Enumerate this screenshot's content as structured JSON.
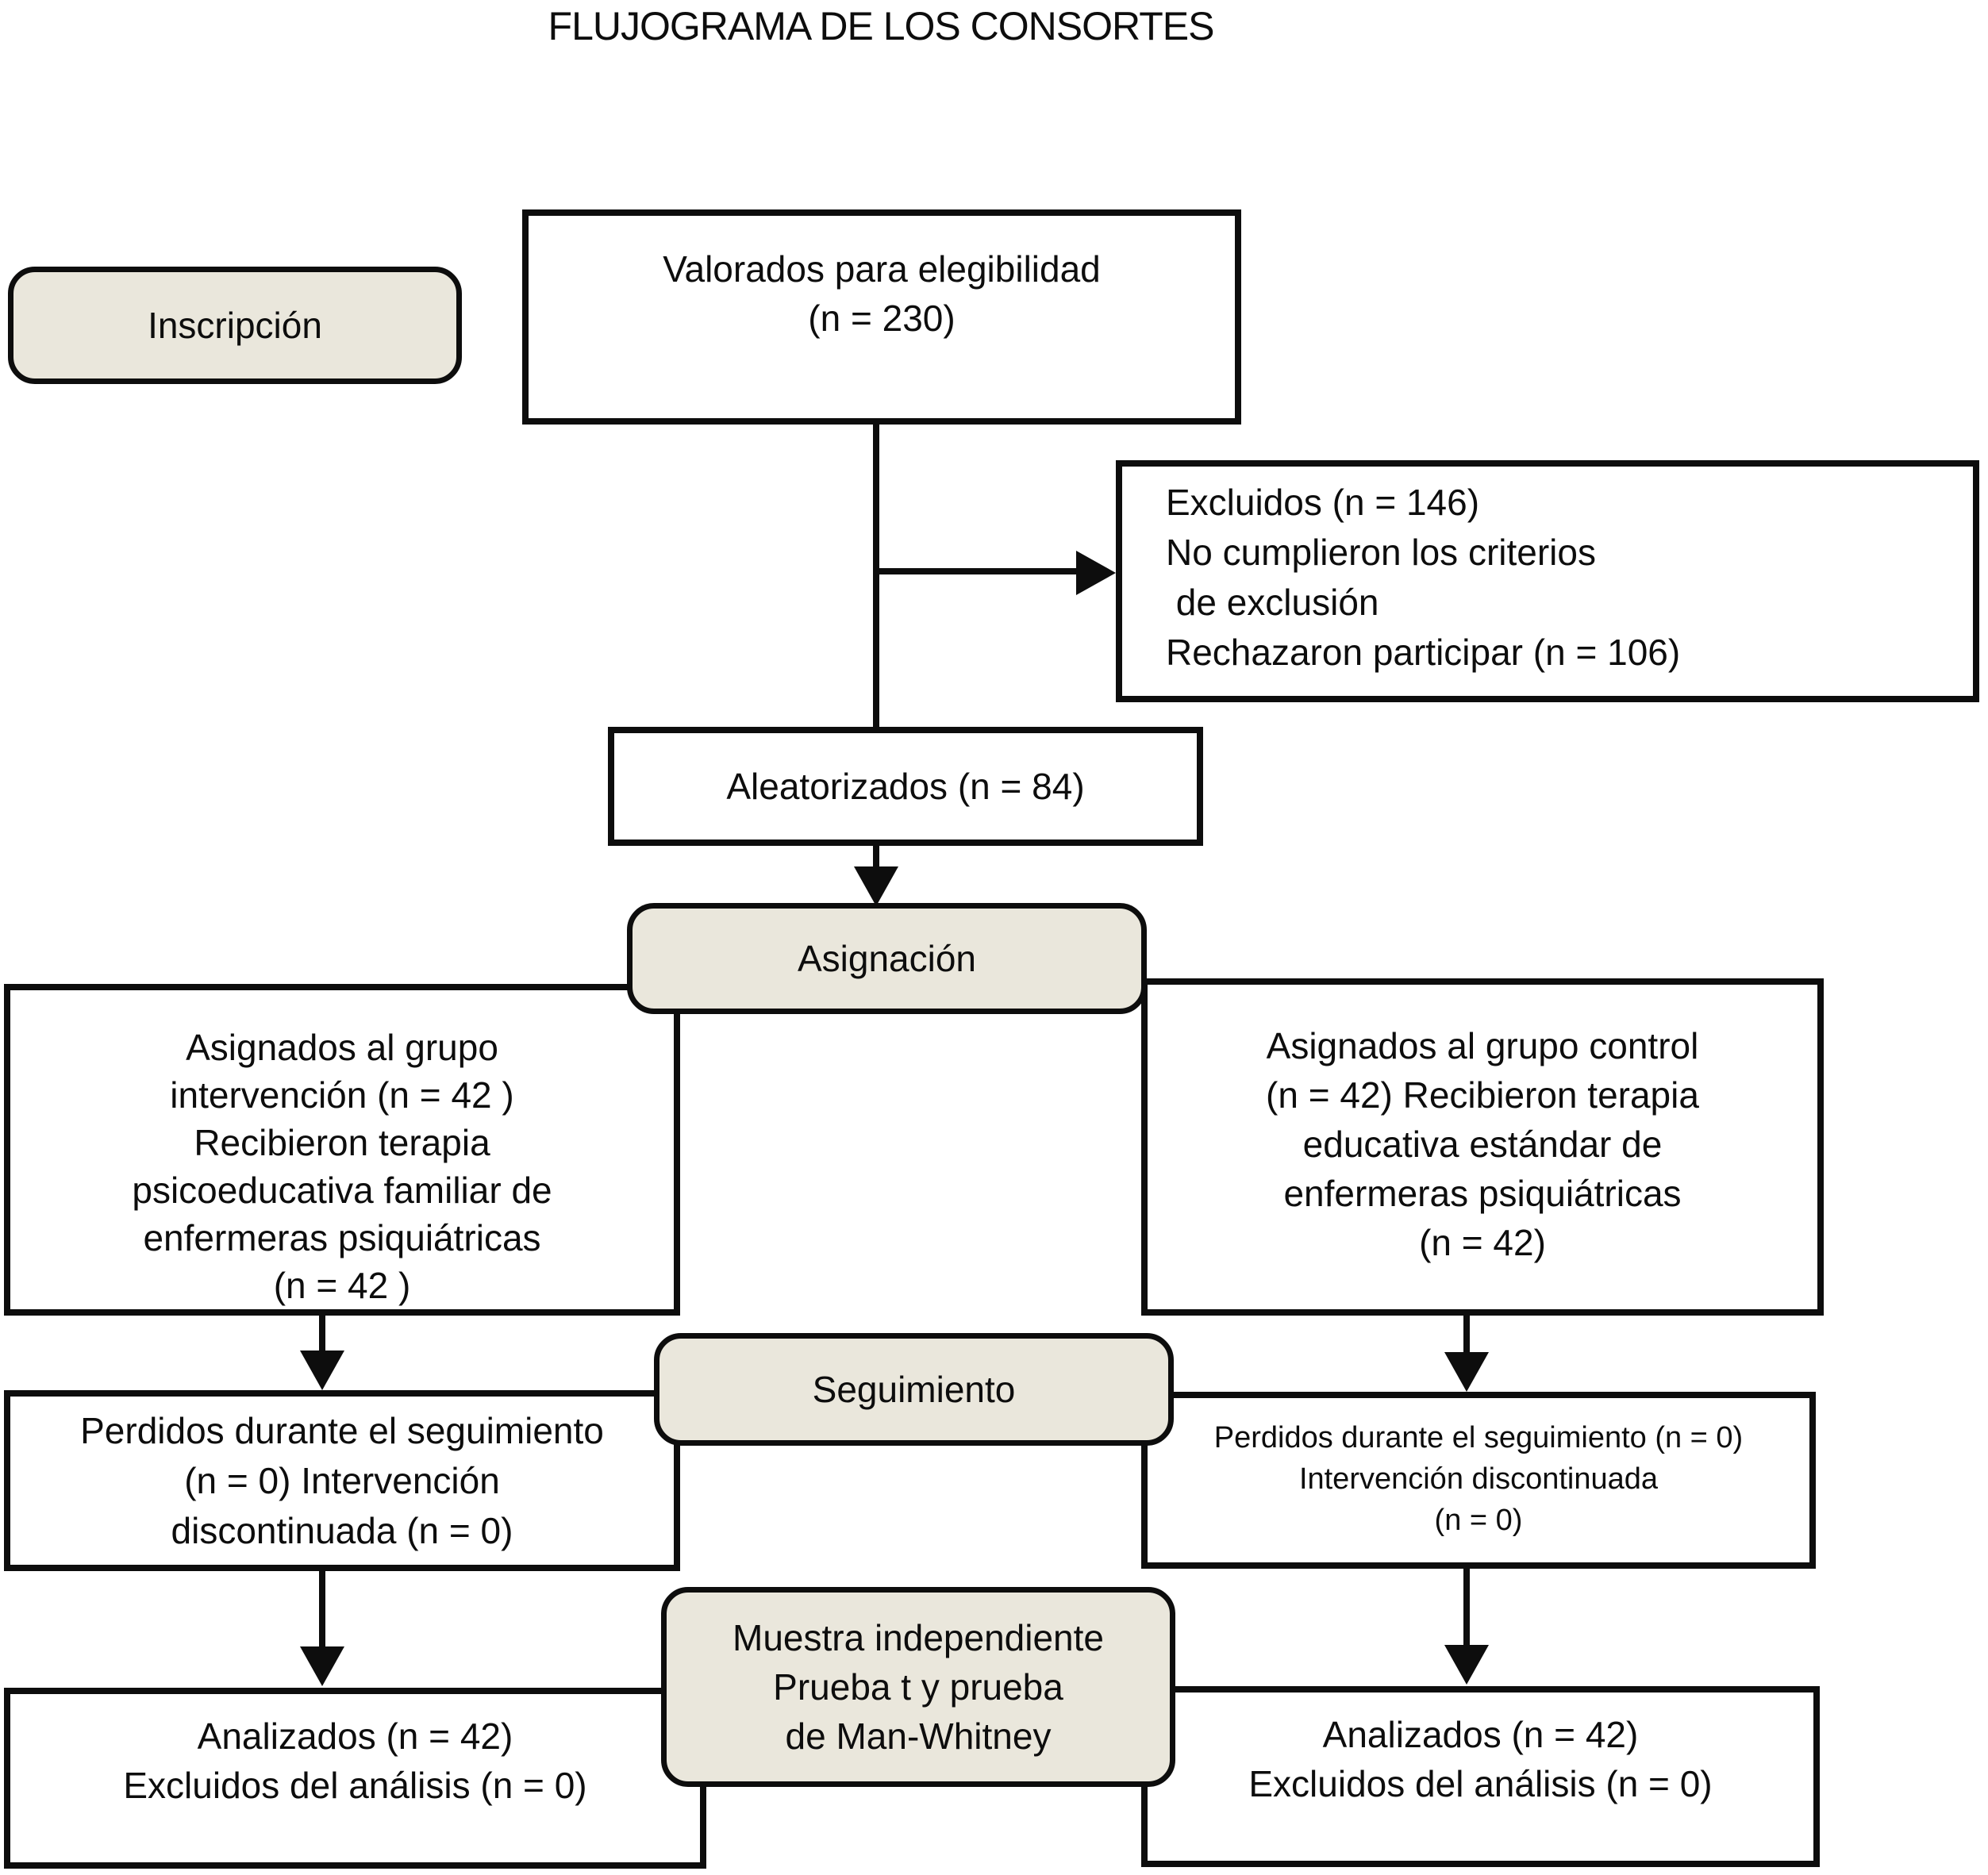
{
  "title": "FLUJOGRAMA DE LOS CONSORTES",
  "colors": {
    "background": "#ffffff",
    "stage_fill": "#eae7dc",
    "line_color": "#0d0d0d"
  },
  "stages": {
    "enrollment_label": "Inscripción",
    "allocation_label": "Asignación",
    "followup_label": "Seguimiento",
    "analysis_label": "Muestra independiente\nPrueba t y prueba\nde Man-Whitney"
  },
  "boxes": {
    "assessed": "Valorados para elegibilidad\n(n = 230)",
    "excluded": "Excluidos (n = 146)\nNo cumplieron los criterios\n de exclusión\nRechazaron participar (n = 106)",
    "randomized": "Aleatorizados (n = 84)",
    "intervention_group": "Asignados al grupo\nintervención (n = 42 )\nRecibieron terapia\npsicoeducativa familiar de\nenfermeras psiquiátricas\n(n = 42 )",
    "control_group": "Asignados al grupo control\n(n = 42) Recibieron terapia\neducativa estándar de\nenfermeras psiquiátricas\n(n = 42)",
    "intervention_lost": "Perdidos durante el seguimiento\n(n = 0) Intervención\ndiscontinuada (n = 0)",
    "control_lost": "Perdidos durante el seguimiento (n = 0)\nIntervención discontinuada\n(n = 0)",
    "intervention_analyzed": "Analizados (n = 42)\nExcluidos del análisis (n = 0)",
    "control_analyzed": "Analizados (n = 42)\nExcluidos del análisis (n = 0)"
  }
}
